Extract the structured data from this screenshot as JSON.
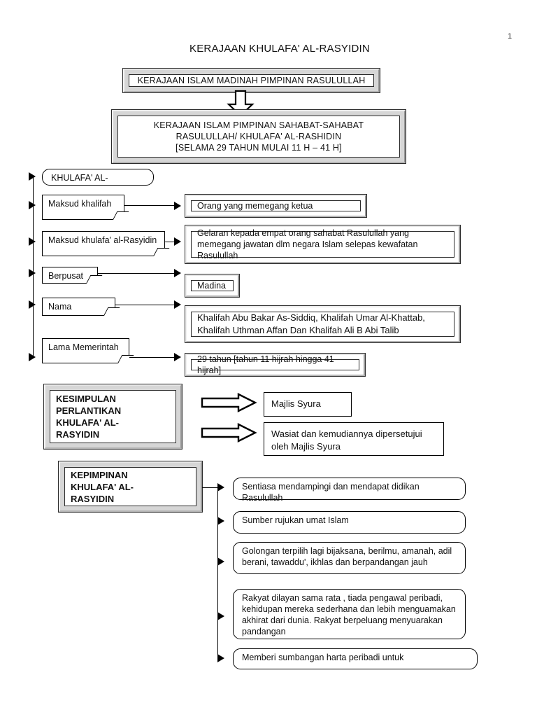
{
  "page": {
    "number": "1",
    "title": "KERAJAAN KHULAFA' AL-RASYIDIN"
  },
  "top_flow": {
    "box1": "KERAJAAN ISLAM MADINAH PIMPINAN RASULULLAH",
    "box2_line1": "KERAJAAN ISLAM  PIMPINAN  SAHABAT-SAHABAT",
    "box2_line2": "RASULULLAH/ KHULAFA' AL-RASHIDIN",
    "box2_line3": "[SELAMA 29 TAHUN MULAI 11 H – 41 H]",
    "connector_icon": "block-down-arrow"
  },
  "definition_section": {
    "heading_pill": "KHULAFA' AL-",
    "rows": [
      {
        "label": "Maksud khalifah",
        "value": "Orang yang memegang ketua"
      },
      {
        "label": "Maksud khulafa' al-Rasyidin",
        "value": "Gelaran kepada empat orang sahabat Rasulullah yang memegang jawatan dlm negara Islam selepas kewafatan Rasulullah"
      },
      {
        "label": "Berpusat",
        "value": "Madina"
      },
      {
        "label": "Nama",
        "value": "Khalifah Abu Bakar As-Siddiq, Khalifah Umar Al-Khattab, Khalifah Uthman Affan Dan Khalifah Ali B Abi Talib"
      },
      {
        "label": "Lama Memerintah",
        "value": "29 tahun [tahun 11 hijrah hingga 41 hijrah]"
      }
    ]
  },
  "kesimpulan_section": {
    "title": "KESIMPULAN PERLANTIKAN KHULAFA' AL-RASYIDIN",
    "title_lines": [
      "KESIMPULAN",
      "PERLANTIKAN",
      "KHULAFA' AL-",
      "RASYIDIN"
    ],
    "items": [
      "Majlis Syura",
      "Wasiat dan kemudiannya dipersetujui oleh Majlis Syura"
    ],
    "arrow_icon": "block-right-arrow"
  },
  "kepimpinan_section": {
    "title": "KEPIMPINAN KHULAFA' AL-RASYIDIN",
    "title_lines": [
      "KEPIMPINAN",
      "KHULAFA' AL-",
      "RASYIDIN"
    ],
    "items": [
      "Sentiasa mendampingi dan mendapat didikan Rasulullah",
      "Sumber rujukan umat Islam",
      "Golongan terpilih lagi bijaksana, berilmu, amanah, adil berani, tawaddu', ikhlas dan berpandangan jauh",
      "Rakyat dilayan sama rata , tiada pengawal peribadi, kehidupan mereka sederhana dan lebih menguamakan akhirat dari dunia. Rakyat berpeluang menyuarakan pandangan",
      "Memberi sumbangan harta peribadi untuk"
    ],
    "arrow_icon": "arrowhead-right"
  },
  "colors": {
    "outline": "#2b2b2b",
    "bevel_light": "#f2f2f2",
    "bevel_dark": "#9a9a9a",
    "frame_fill": "#d6d6d6",
    "text": "#111111"
  }
}
